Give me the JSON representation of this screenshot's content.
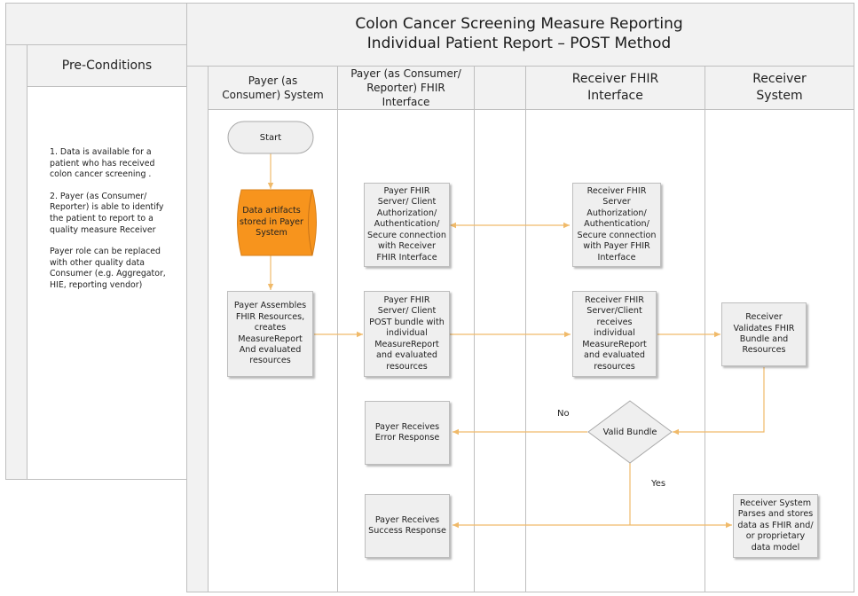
{
  "title": {
    "line1": "Colon Cancer Screening Measure Reporting",
    "line2": "Individual Patient Report – POST Method"
  },
  "preconditions": {
    "header": "Pre-Conditions",
    "items": [
      "1. Data is available for a patient who has received colon cancer screening .",
      "2. Payer (as Consumer/ Reporter) is able to identify the patient to report to a quality measure Receiver",
      "Payer role can be replaced with other quality data Consumer (e.g. Aggregator, HIE, reporting vendor)"
    ]
  },
  "lanes": [
    {
      "id": "payer-system",
      "label": "Payer (as Consumer) System"
    },
    {
      "id": "payer-fhir",
      "label": "Payer (as Consumer/ Reporter) FHIR Interface"
    },
    {
      "id": "empty",
      "label": ""
    },
    {
      "id": "receiver-fhir",
      "label": "Receiver FHIR Interface"
    },
    {
      "id": "receiver-system",
      "label": "Receiver System"
    }
  ],
  "nodes": {
    "start": "Start",
    "data_artifacts": "Data artifacts stored in Payer System",
    "payer_auth": "Payer FHIR Server/ Client Authorization/ Authentication/ Secure connection with Receiver FHIR Interface",
    "receiver_auth": "Receiver FHIR Server Authorization/ Authentication/ Secure connection with Payer FHIR Interface",
    "payer_assembles": "Payer Assembles FHIR Resources, creates MeasureReport And evaluated resources",
    "payer_post": "Payer FHIR Server/ Client POST bundle with individual MeasureReport and evaluated resources",
    "receiver_receives": "Receiver FHIR Server/Client receives individual MeasureReport and evaluated resources",
    "receiver_validates": "Receiver Validates FHIR Bundle and Resources",
    "valid_bundle": "Valid Bundle",
    "error_response": "Payer Receives Error Response",
    "success_response": "Payer Receives Success Response",
    "receiver_parses": "Receiver System Parses and stores data as FHIR and/ or proprietary data model"
  },
  "edge_labels": {
    "no": "No",
    "yes": "Yes"
  },
  "colors": {
    "header_fill": "#f2f2f2",
    "border": "#bfbfbf",
    "box_fill": "#efefef",
    "connector": "#f0ba6a",
    "data_store": "#f7941d"
  }
}
